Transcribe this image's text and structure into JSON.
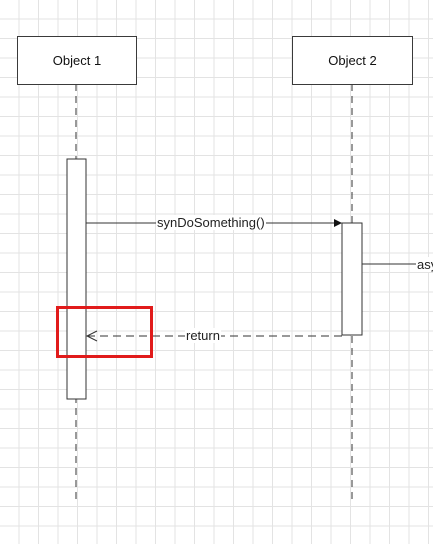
{
  "diagram": {
    "type": "sequence",
    "participants": [
      {
        "id": "obj1",
        "label": "Object 1"
      },
      {
        "id": "obj2",
        "label": "Object 2"
      }
    ],
    "messages": [
      {
        "label": "synDoSomething()",
        "from": "obj1",
        "to": "obj2",
        "style": "solid",
        "arrow": "filled"
      },
      {
        "label": "asy",
        "from": "obj2",
        "to": "offscreen",
        "style": "solid",
        "arrow": "none"
      },
      {
        "label": "return",
        "from": "obj2",
        "to": "obj1",
        "style": "dashed",
        "arrow": "open"
      }
    ],
    "highlight_color": "#e11b1b"
  }
}
